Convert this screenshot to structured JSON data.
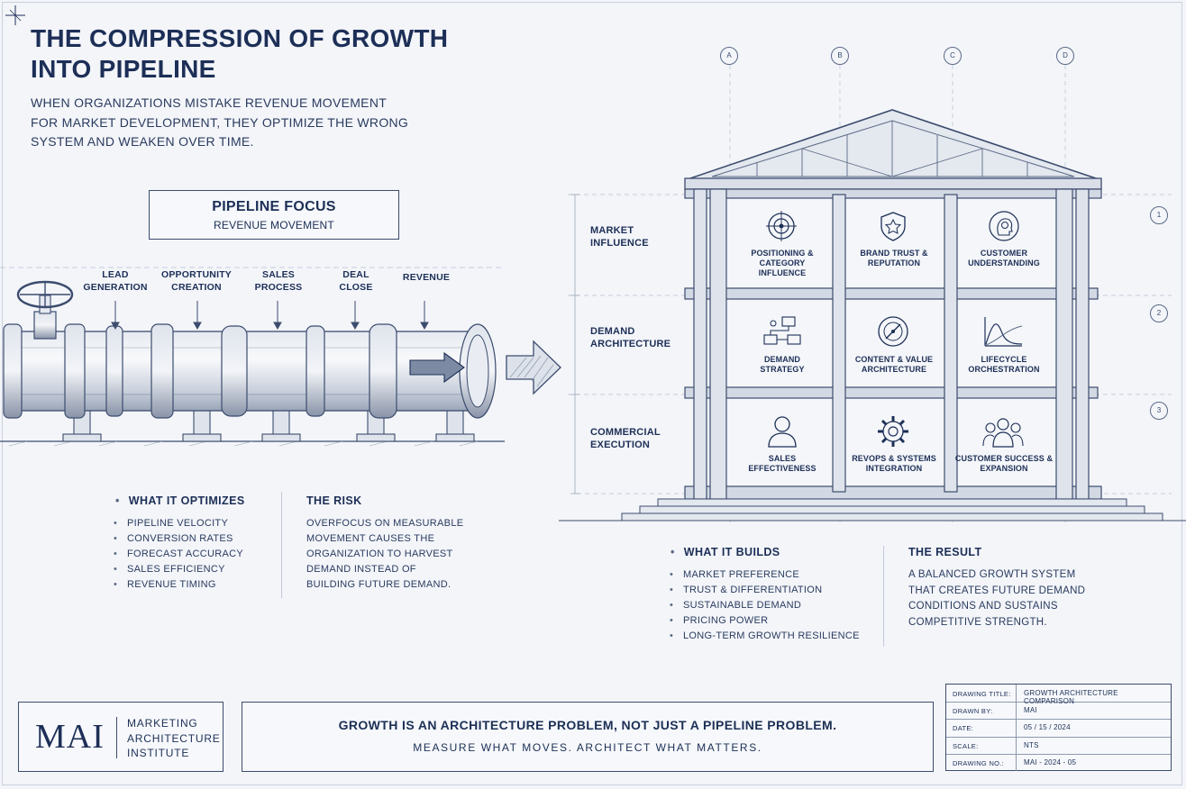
{
  "header": {
    "title_line1": "THE COMPRESSION OF GROWTH",
    "title_line2": "INTO PIPELINE",
    "subtitle_line1": "WHEN ORGANIZATIONS MISTAKE REVENUE MOVEMENT",
    "subtitle_line2": "FOR MARKET DEVELOPMENT, THEY OPTIMIZE THE WRONG",
    "subtitle_line3": "SYSTEM AND WEAKEN OVER TIME."
  },
  "pipeline": {
    "focus_title": "PIPELINE FOCUS",
    "focus_subtitle": "REVENUE MOVEMENT",
    "stages": [
      {
        "line1": "LEAD",
        "line2": "GENERATION"
      },
      {
        "line1": "OPPORTUNITY",
        "line2": "CREATION"
      },
      {
        "line1": "SALES",
        "line2": "PROCESS"
      },
      {
        "line1": "DEAL",
        "line2": "CLOSE"
      },
      {
        "line1": "REVENUE",
        "line2": ""
      }
    ],
    "optimizes_heading": "WHAT IT OPTIMIZES",
    "optimizes_items": [
      "PIPELINE VELOCITY",
      "CONVERSION RATES",
      "FORECAST ACCURACY",
      "SALES EFFICIENCY",
      "REVENUE TIMING"
    ],
    "risk_heading": "THE RISK",
    "risk_lines": [
      "OVERFOCUS ON MEASURABLE",
      "MOVEMENT CAUSES THE",
      "ORGANIZATION TO HARVEST",
      "DEMAND INSTEAD OF",
      "BUILDING FUTURE DEMAND."
    ]
  },
  "building": {
    "grid_columns": [
      "A",
      "B",
      "C",
      "D"
    ],
    "grid_rows": [
      "1",
      "2",
      "3"
    ],
    "rows": [
      {
        "label_line1": "MARKET",
        "label_line2": "INFLUENCE",
        "cells": [
          {
            "icon": "target-icon",
            "lines": [
              "POSITIONING &",
              "CATEGORY",
              "INFLUENCE"
            ]
          },
          {
            "icon": "shield-icon",
            "lines": [
              "BRAND TRUST &",
              "REPUTATION"
            ]
          },
          {
            "icon": "head-gear-icon",
            "lines": [
              "CUSTOMER",
              "UNDERSTANDING"
            ]
          }
        ]
      },
      {
        "label_line1": "DEMAND",
        "label_line2": "ARCHITECTURE",
        "cells": [
          {
            "icon": "flowchart-icon",
            "lines": [
              "DEMAND",
              "STRATEGY"
            ]
          },
          {
            "icon": "compass-icon",
            "lines": [
              "CONTENT & VALUE",
              "ARCHITECTURE"
            ]
          },
          {
            "icon": "curve-chart-icon",
            "lines": [
              "LIFECYCLE",
              "ORCHESTRATION"
            ]
          }
        ]
      },
      {
        "label_line1": "COMMERCIAL",
        "label_line2": "EXECUTION",
        "cells": [
          {
            "icon": "person-icon",
            "lines": [
              "SALES",
              "EFFECTIVENESS"
            ]
          },
          {
            "icon": "gear-icon",
            "lines": [
              "REVOPS & SYSTEMS",
              "INTEGRATION"
            ]
          },
          {
            "icon": "group-icon",
            "lines": [
              "CUSTOMER SUCCESS &",
              "EXPANSION"
            ]
          }
        ]
      }
    ],
    "builds_heading": "WHAT IT BUILDS",
    "builds_items": [
      "MARKET PREFERENCE",
      "TRUST & DIFFERENTIATION",
      "SUSTAINABLE DEMAND",
      "PRICING POWER",
      "LONG-TERM GROWTH RESILIENCE"
    ],
    "result_heading": "THE RESULT",
    "result_lines": [
      "A BALANCED GROWTH SYSTEM",
      "THAT CREATES FUTURE DEMAND",
      "CONDITIONS AND SUSTAINS",
      "COMPETITIVE STRENGTH."
    ]
  },
  "footer": {
    "logo_mark": "MAI",
    "logo_name_line1": "MARKETING",
    "logo_name_line2": "ARCHITECTURE",
    "logo_name_line3": "INSTITUTE",
    "tagline_main": "GROWTH IS AN ARCHITECTURE PROBLEM, NOT JUST A PIPELINE PROBLEM.",
    "tagline_sub": "MEASURE WHAT MOVES. ARCHITECT WHAT MATTERS."
  },
  "title_block": [
    {
      "key": "DRAWING TITLE:",
      "value": "GROWTH ARCHITECTURE COMPARISON"
    },
    {
      "key": "DRAWN BY:",
      "value": "MAI"
    },
    {
      "key": "DATE:",
      "value": "05 / 15 / 2024"
    },
    {
      "key": "SCALE:",
      "value": "NTS"
    },
    {
      "key": "DRAWING NO.:",
      "value": "MAI - 2024 - 05"
    }
  ],
  "colors": {
    "ink": "#1d2f57",
    "paper": "#f3f5f9",
    "line": "#3c4c6e"
  }
}
